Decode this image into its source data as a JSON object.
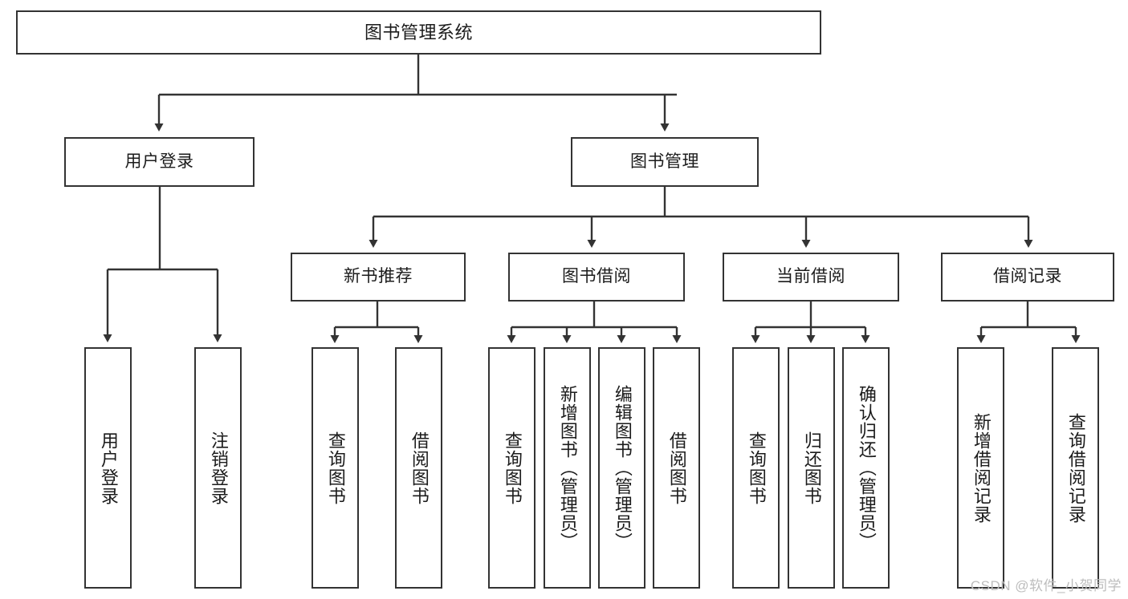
{
  "diagram": {
    "title_box": {
      "label": "图书管理系统"
    },
    "level2": [
      {
        "id": "user-login",
        "label": "用户登录"
      },
      {
        "id": "book-management",
        "label": "图书管理"
      }
    ],
    "level3": [
      {
        "id": "new-book-recommend",
        "label": "新书推荐"
      },
      {
        "id": "book-borrow",
        "label": "图书借阅"
      },
      {
        "id": "current-borrow",
        "label": "当前借阅"
      },
      {
        "id": "borrow-record",
        "label": "借阅记录"
      }
    ],
    "leaves": {
      "user_login": [
        {
          "id": "leaf-user-login",
          "label": "用户登录"
        },
        {
          "id": "leaf-logout-login",
          "label": "注销登录"
        }
      ],
      "new_book_recommend": [
        {
          "id": "leaf-query-book-1",
          "label": "查询图书"
        },
        {
          "id": "leaf-borrow-book-1",
          "label": "借阅图书"
        }
      ],
      "book_borrow": [
        {
          "id": "leaf-query-book-2",
          "label": "查询图书"
        },
        {
          "id": "leaf-add-book",
          "label": "新增图书（管理员）"
        },
        {
          "id": "leaf-edit-book",
          "label": "编辑图书（管理员）"
        },
        {
          "id": "leaf-borrow-book-2",
          "label": "借阅图书"
        }
      ],
      "current_borrow": [
        {
          "id": "leaf-query-book-3",
          "label": "查询图书"
        },
        {
          "id": "leaf-return-book",
          "label": "归还图书"
        },
        {
          "id": "leaf-confirm-return",
          "label": "确认归还（管理员）"
        }
      ],
      "borrow_record": [
        {
          "id": "leaf-add-borrow-record",
          "label": "新增借阅记录"
        },
        {
          "id": "leaf-query-borrow-record",
          "label": "查询借阅记录"
        }
      ]
    }
  },
  "watermark": {
    "text": "CSDN @软件_小贺同学"
  },
  "colors": {
    "stroke": "#333333",
    "text": "#1b1b1b",
    "background": "#ffffff",
    "watermark": "#bdbdbd"
  }
}
